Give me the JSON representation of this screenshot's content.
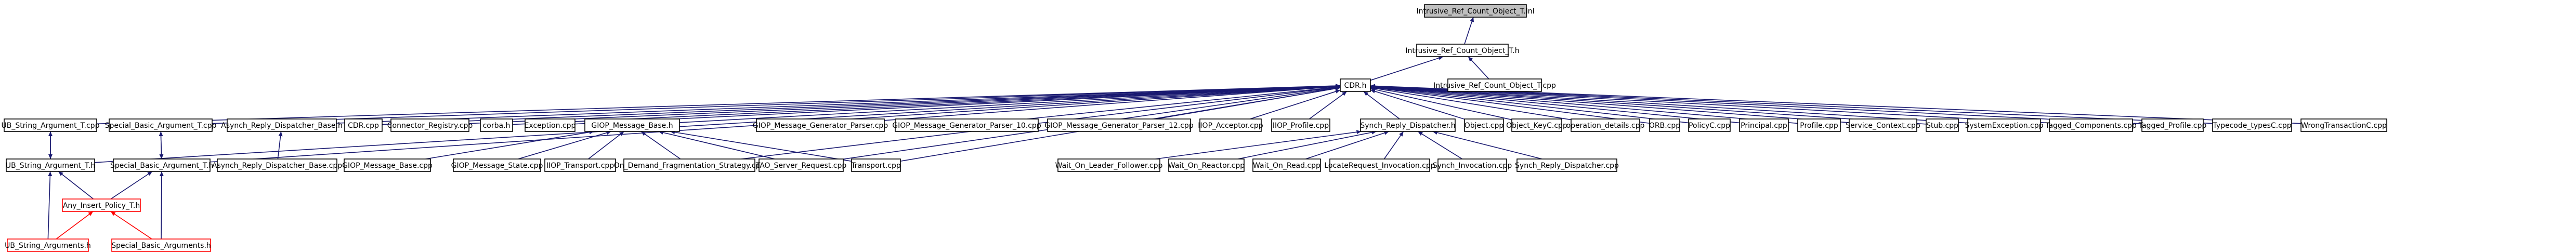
{
  "graph": {
    "colors": {
      "node_fill": "#ffffff",
      "root_fill": "#bfbfbf",
      "node_border": "#000000",
      "edge": "#191970",
      "external_border": "#ff0000"
    },
    "nodes": {
      "irc_h": "Intrusive_Ref_Count_Object_T.inl",
      "irc_th": "Intrusive_Ref_Count_Object_T.h",
      "irc_cpp": "Intrusive_Ref_Count_Object_T.cpp",
      "cdr_h": "CDR.h",
      "ub_cpp": "UB_String_Argument_T.cpp",
      "sba_cpp": "Special_Basic_Argument_T.cpp",
      "arpb_h": "Asynch_Reply_Dispatcher_Base.h",
      "cdr_cpp": "CDR.cpp",
      "conn_reg": "Connector_Registry.cpp",
      "corba_h": "corba.h",
      "exc_cpp": "Exception.cpp",
      "gmb_h": "GIOP_Message_Base.h",
      "gmgp": "GIOP_Message_Generator_Parser.cpp",
      "gmgp10": "GIOP_Message_Generator_Parser_10.cpp",
      "gmgp12": "GIOP_Message_Generator_Parser_12.cpp",
      "iiop_acc": "IIOP_Acceptor.cpp",
      "iiop_prof": "IIOP_Profile.cpp",
      "srd_h": "Synch_Reply_Dispatcher.h",
      "obj_cpp": "Object.cpp",
      "objkey_cpp": "Object_KeyC.cpp",
      "opd_cpp": "operation_details.cpp",
      "orb_cpp": "ORB.cpp",
      "policy_cpp": "PolicyC.cpp",
      "principal_cpp": "Principal.cpp",
      "profile_cpp": "Profile.cpp",
      "svcctx_cpp": "Service_Context.cpp",
      "stub_cpp": "Stub.cpp",
      "sysexc_cpp": "SystemException.cpp",
      "tagged_cpp": "Tagged_Components.cpp",
      "taggedprof_cpp": "Tagged_Profile.cpp",
      "typecode_cpp": "Typecode_typesC.cpp",
      "wrongtx_cpp": "WrongTransactionC.cpp",
      "ub_h": "UB_String_Argument_T.h",
      "sba_h": "Special_Basic_Argument_T.h",
      "arpb_cpp": "Asynch_Reply_Dispatcher_Base.cpp",
      "gmb_cpp": "GIOP_Message_Base.cpp",
      "gms_cpp": "GIOP_Message_State.cpp",
      "iiop_tr": "IIOP_Transport.cpp",
      "odfs_cpp": "On_Demand_Fragmentation_Strategy.cpp",
      "tao_ssr": "TAO_Server_Request.cpp",
      "transport_cpp": "Transport.cpp",
      "wolf_cpp": "Wait_On_Leader_Follower.cpp",
      "wor_cpp": "Wait_On_Reactor.cpp",
      "wrd_cpp": "Wait_On_Read.cpp",
      "lri_cpp": "LocateRequest_Invocation.cpp",
      "si_cpp": "Synch_Invocation.cpp",
      "srd_cpp": "Synch_Reply_Dispatcher.cpp",
      "aip_h": "Any_Insert_Policy_T.h",
      "ubargs_h": "UB_String_Arguments.h",
      "sbargs_h": "Special_Basic_Arguments.h"
    }
  }
}
